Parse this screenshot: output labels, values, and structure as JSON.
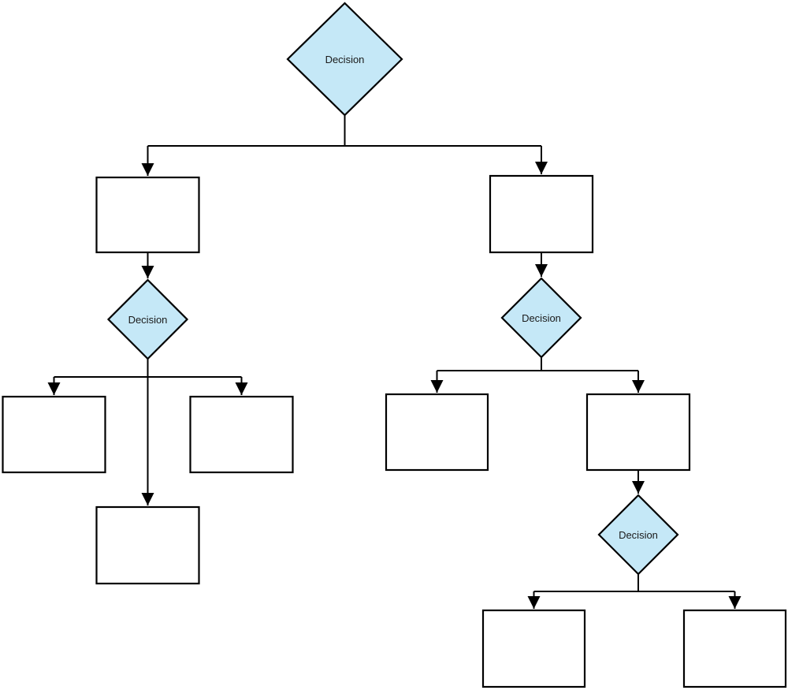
{
  "diagram": {
    "type": "flowchart",
    "background": "#ffffff",
    "colors": {
      "decision_fill": "#c5e8f7",
      "process_fill": "#ffffff",
      "stroke": "#000000",
      "text": "#1a1a1a"
    },
    "nodes": [
      {
        "id": "decision-root",
        "type": "decision",
        "label": "Decision"
      },
      {
        "id": "process-left",
        "type": "process",
        "label": ""
      },
      {
        "id": "process-right",
        "type": "process",
        "label": ""
      },
      {
        "id": "decision-left",
        "type": "decision",
        "label": "Decision"
      },
      {
        "id": "decision-right",
        "type": "decision",
        "label": "Decision"
      },
      {
        "id": "process-left-a",
        "type": "process",
        "label": ""
      },
      {
        "id": "process-left-b",
        "type": "process",
        "label": ""
      },
      {
        "id": "process-left-c",
        "type": "process",
        "label": ""
      },
      {
        "id": "process-right-a",
        "type": "process",
        "label": ""
      },
      {
        "id": "process-right-b",
        "type": "process",
        "label": ""
      },
      {
        "id": "decision-bottom",
        "type": "decision",
        "label": "Decision"
      },
      {
        "id": "process-bottom-a",
        "type": "process",
        "label": ""
      },
      {
        "id": "process-bottom-b",
        "type": "process",
        "label": ""
      }
    ],
    "edges": [
      {
        "from": "decision-root",
        "to": "process-left"
      },
      {
        "from": "decision-root",
        "to": "process-right"
      },
      {
        "from": "process-left",
        "to": "decision-left"
      },
      {
        "from": "decision-left",
        "to": "process-left-a"
      },
      {
        "from": "decision-left",
        "to": "process-left-b"
      },
      {
        "from": "decision-left",
        "to": "process-left-c"
      },
      {
        "from": "process-right",
        "to": "decision-right"
      },
      {
        "from": "decision-right",
        "to": "process-right-a"
      },
      {
        "from": "decision-right",
        "to": "process-right-b"
      },
      {
        "from": "process-right-b",
        "to": "decision-bottom"
      },
      {
        "from": "decision-bottom",
        "to": "process-bottom-a"
      },
      {
        "from": "decision-bottom",
        "to": "process-bottom-b"
      }
    ]
  }
}
